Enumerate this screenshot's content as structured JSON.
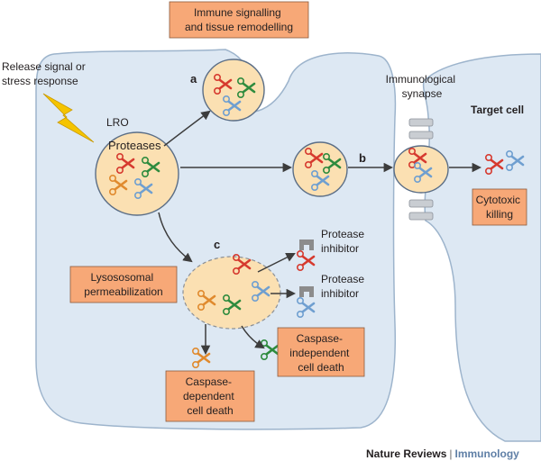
{
  "labels": {
    "immune_signalling": [
      "Immune signalling",
      "and tissue remodelling"
    ],
    "release_signal": [
      "Release signal or",
      "stress response"
    ],
    "immunological_synapse": [
      "Immunological",
      "synapse"
    ],
    "target_cell": "Target cell",
    "lro": "LRO",
    "proteases": "Proteases",
    "cytotoxic_killing": [
      "Cytotoxic",
      "killing"
    ],
    "protease_inhibitor_1": [
      "Protease",
      "inhibitor"
    ],
    "protease_inhibitor_2": [
      "Protease",
      "inhibitor"
    ],
    "lysosomal_permeabilization": [
      "Lysososomal",
      "permeabilization"
    ],
    "caspase_independent": [
      "Caspase-",
      "independent",
      "cell death"
    ],
    "caspase_dependent": [
      "Caspase-",
      "dependent",
      "cell death"
    ]
  },
  "pathway_letters": {
    "a": "a",
    "b": "b",
    "c": "c"
  },
  "footer": {
    "brand": "Nature Reviews",
    "separator": "|",
    "journal": "Immunology"
  },
  "colors": {
    "cell": "#dde8f3",
    "cell_outline": "#9db4cc",
    "vesicle": "#fbe0b2",
    "box": "#f7a877",
    "lightning": "#f5c400",
    "scissors_red": "#d63a2f",
    "scissors_green": "#2e8b3e",
    "scissors_blue": "#6f9fd0",
    "scissors_orange": "#e08a2e",
    "inhibitor": "#8c8c8c"
  }
}
